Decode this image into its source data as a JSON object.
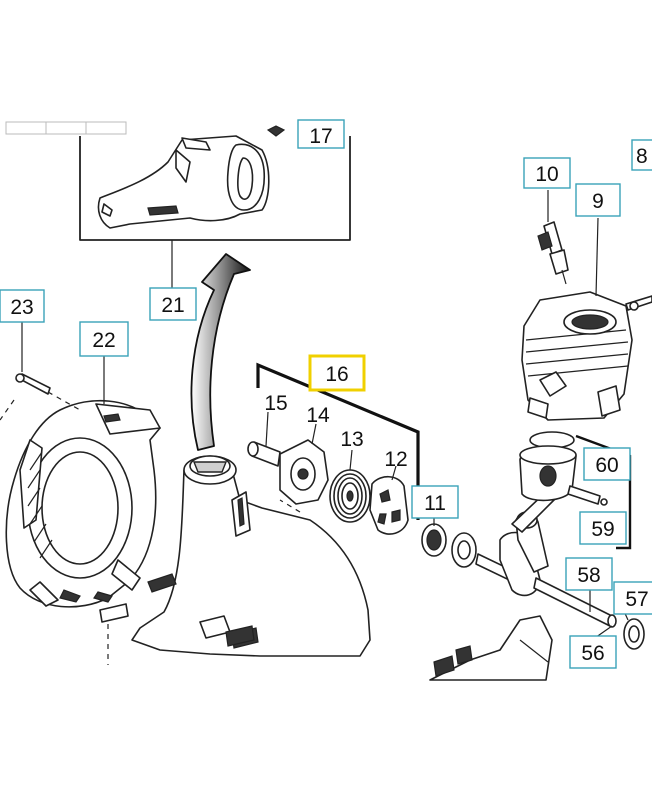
{
  "labels": {
    "l8": "8",
    "l9": "9",
    "l10": "10",
    "l11": "11",
    "l12": "12",
    "l13": "13",
    "l14": "14",
    "l15": "15",
    "l16": "16",
    "l17": "17",
    "l21": "21",
    "l22": "22",
    "l23": "23",
    "l56": "56",
    "l57": "57",
    "l58": "58",
    "l59": "59",
    "l60": "60"
  },
  "colors": {
    "label_border": "#3aa3b8",
    "highlight_border": "#f0d000",
    "line": "#222222",
    "arrow_gradient": [
      "#ffffff",
      "#1a1a1a"
    ]
  }
}
